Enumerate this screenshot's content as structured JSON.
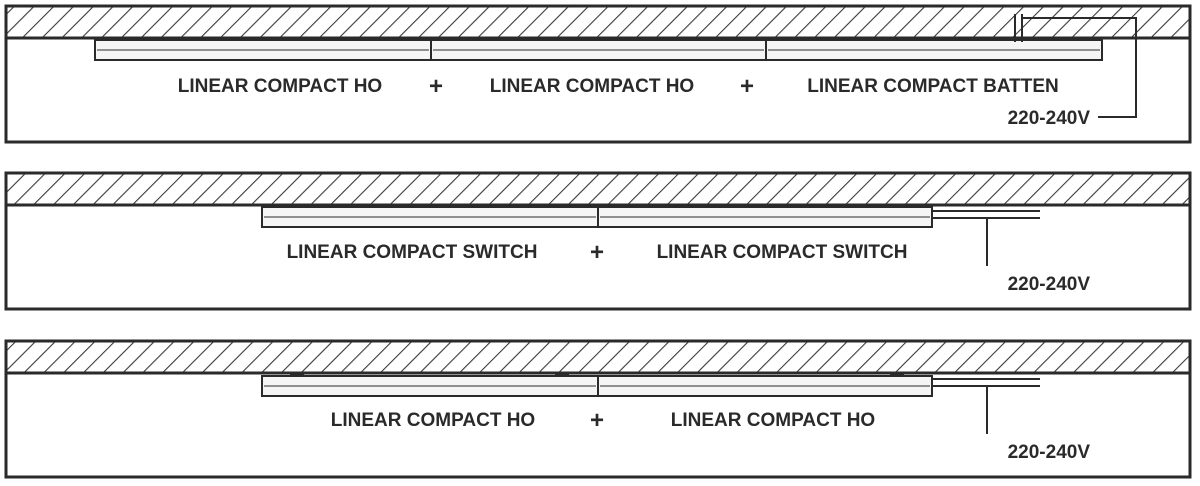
{
  "panels": [
    {
      "labels": [
        "LINEAR COMPACT HO",
        "LINEAR COMPACT HO",
        "LINEAR COMPACT BATTEN"
      ],
      "connectors": [
        "+",
        "+"
      ],
      "voltage": "220-240V"
    },
    {
      "labels": [
        "LINEAR COMPACT SWITCH",
        "LINEAR COMPACT SWITCH"
      ],
      "connectors": [
        "+"
      ],
      "voltage": "220-240V"
    },
    {
      "labels": [
        "LINEAR COMPACT HO",
        "LINEAR COMPACT HO"
      ],
      "connectors": [
        "+"
      ],
      "voltage": "220-240V"
    }
  ],
  "colors": {
    "stroke": "#2a2a2a",
    "hatch": "#3a3a3a",
    "fixture": "#f2f2f2"
  }
}
